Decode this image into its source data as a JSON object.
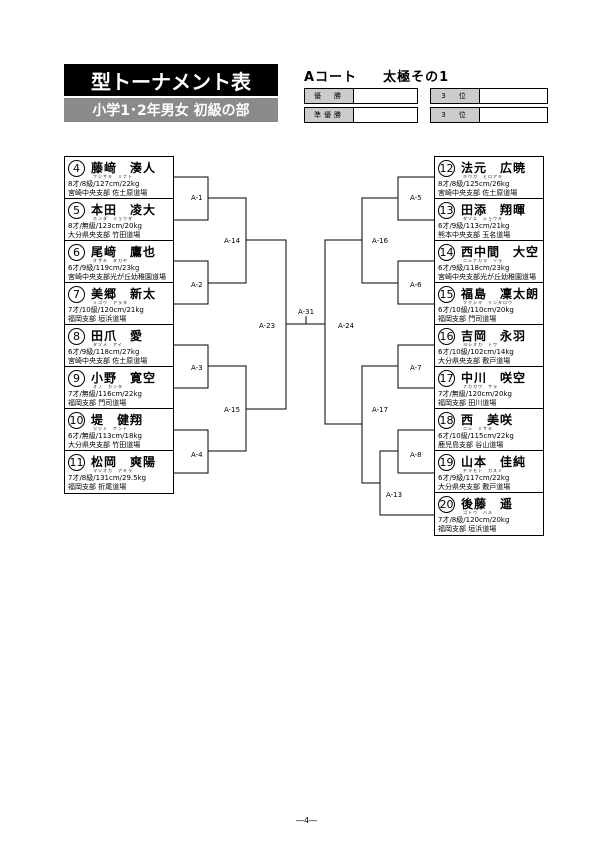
{
  "header": {
    "title": "型トーナメント表",
    "subtitle": "小学1･2年男女 初級の部",
    "court": "Aコート",
    "event": "太極その1"
  },
  "results": [
    {
      "label": "優　勝",
      "value": ""
    },
    {
      "label": "3　位",
      "value": ""
    },
    {
      "label": "準優勝",
      "value": ""
    },
    {
      "label": "3　位",
      "value": ""
    }
  ],
  "left_entries": [
    {
      "num": "4",
      "name": "藤﨑　湊人",
      "kana": "フジサキ　ミナト",
      "info1": "8才/8級/127cm/22kg",
      "info2": "宮崎中央支部 佐土原道場"
    },
    {
      "num": "5",
      "name": "本田　凌大",
      "kana": "ホンダ　リョウタ",
      "info1": "8才/無級/123cm/20kg",
      "info2": "大分県央支部 竹田道場"
    },
    {
      "num": "6",
      "name": "尾﨑　鷹也",
      "kana": "オザキ　タカヤ",
      "info1": "6才/9級/119cm/23kg",
      "info2": "宮崎中央支部光が丘幼稚園道場"
    },
    {
      "num": "7",
      "name": "美郷　新太",
      "kana": "ミゴウ　アラタ",
      "info1": "7才/10級/120cm/21kg",
      "info2": "福岡支部 垣浜道場"
    },
    {
      "num": "8",
      "name": "田爪　愛",
      "kana": "タヅメ　アイ",
      "info1": "6才/9級/118cm/27kg",
      "info2": "宮崎中央支部 佐土原道場"
    },
    {
      "num": "9",
      "name": "小野　寛空",
      "kana": "オノ　カンタ",
      "info1": "7才/無級/116cm/22kg",
      "info2": "福岡支部 門司道場"
    },
    {
      "num": "10",
      "name": "堤　健翔",
      "kana": "ツツミ　ケント",
      "info1": "6才/無級/113cm/18kg",
      "info2": "大分県央支部 竹田道場"
    },
    {
      "num": "11",
      "name": "松岡　爽陽",
      "kana": "マツオカ　アキラ",
      "info1": "7才/8級/131cm/29.5kg",
      "info2": "福岡支部 折尾道場"
    }
  ],
  "right_entries": [
    {
      "num": "12",
      "name": "法元　広暁",
      "kana": "ホウガ　ヒロアキ",
      "info1": "8才/8級/125cm/26kg",
      "info2": "宮崎中央支部 佐土原道場"
    },
    {
      "num": "13",
      "name": "田添　翔暉",
      "kana": "タゾエ　ショウキ",
      "info1": "6才/9級/113cm/21kg",
      "info2": "熊本中央支部 玉名道場"
    },
    {
      "num": "14",
      "name": "西中間　大空",
      "kana": "ニシナカマ　ソラ",
      "info1": "6才/9級/118cm/23kg",
      "info2": "宮崎中央支部光が丘幼稚園道場"
    },
    {
      "num": "15",
      "name": "福島　凜太朗",
      "kana": "フクシマ　リンタロウ",
      "info1": "6才/10級/110cm/20kg",
      "info2": "福岡支部 門司道場"
    },
    {
      "num": "16",
      "name": "吉岡　永羽",
      "kana": "ヨシオカ　トワ",
      "info1": "6才/10級/102cm/14kg",
      "info2": "大分県央支部 敷戸道場"
    },
    {
      "num": "17",
      "name": "中川　咲空",
      "kana": "ナカガワ　サラ",
      "info1": "7才/無級/120cm/20kg",
      "info2": "福岡支部 田川道場"
    },
    {
      "num": "18",
      "name": "西　美咲",
      "kana": "ニシ　ミサキ",
      "info1": "6才/10級/115cm/22kg",
      "info2": "鹿児島支部 谷山道場"
    },
    {
      "num": "19",
      "name": "山本　佳純",
      "kana": "ヤマモト　カスミ",
      "info1": "6才/9級/117cm/22kg",
      "info2": "大分県央支部 敷戸道場"
    },
    {
      "num": "20",
      "name": "後藤　遥",
      "kana": "ゴトウ　ハル",
      "info1": "7才/8級/120cm/20kg",
      "info2": "福岡支部 垣浜道場"
    }
  ],
  "matches": {
    "a1": "A-1",
    "a2": "A-2",
    "a3": "A-3",
    "a4": "A-4",
    "a5": "A-5",
    "a6": "A-6",
    "a7": "A-7",
    "a8": "A-8",
    "a13": "A-13",
    "a14": "A-14",
    "a15": "A-15",
    "a16": "A-16",
    "a17": "A-17",
    "a23": "A-23",
    "a24": "A-24",
    "a31": "A-31"
  },
  "footer": {
    "page": "―4―"
  }
}
